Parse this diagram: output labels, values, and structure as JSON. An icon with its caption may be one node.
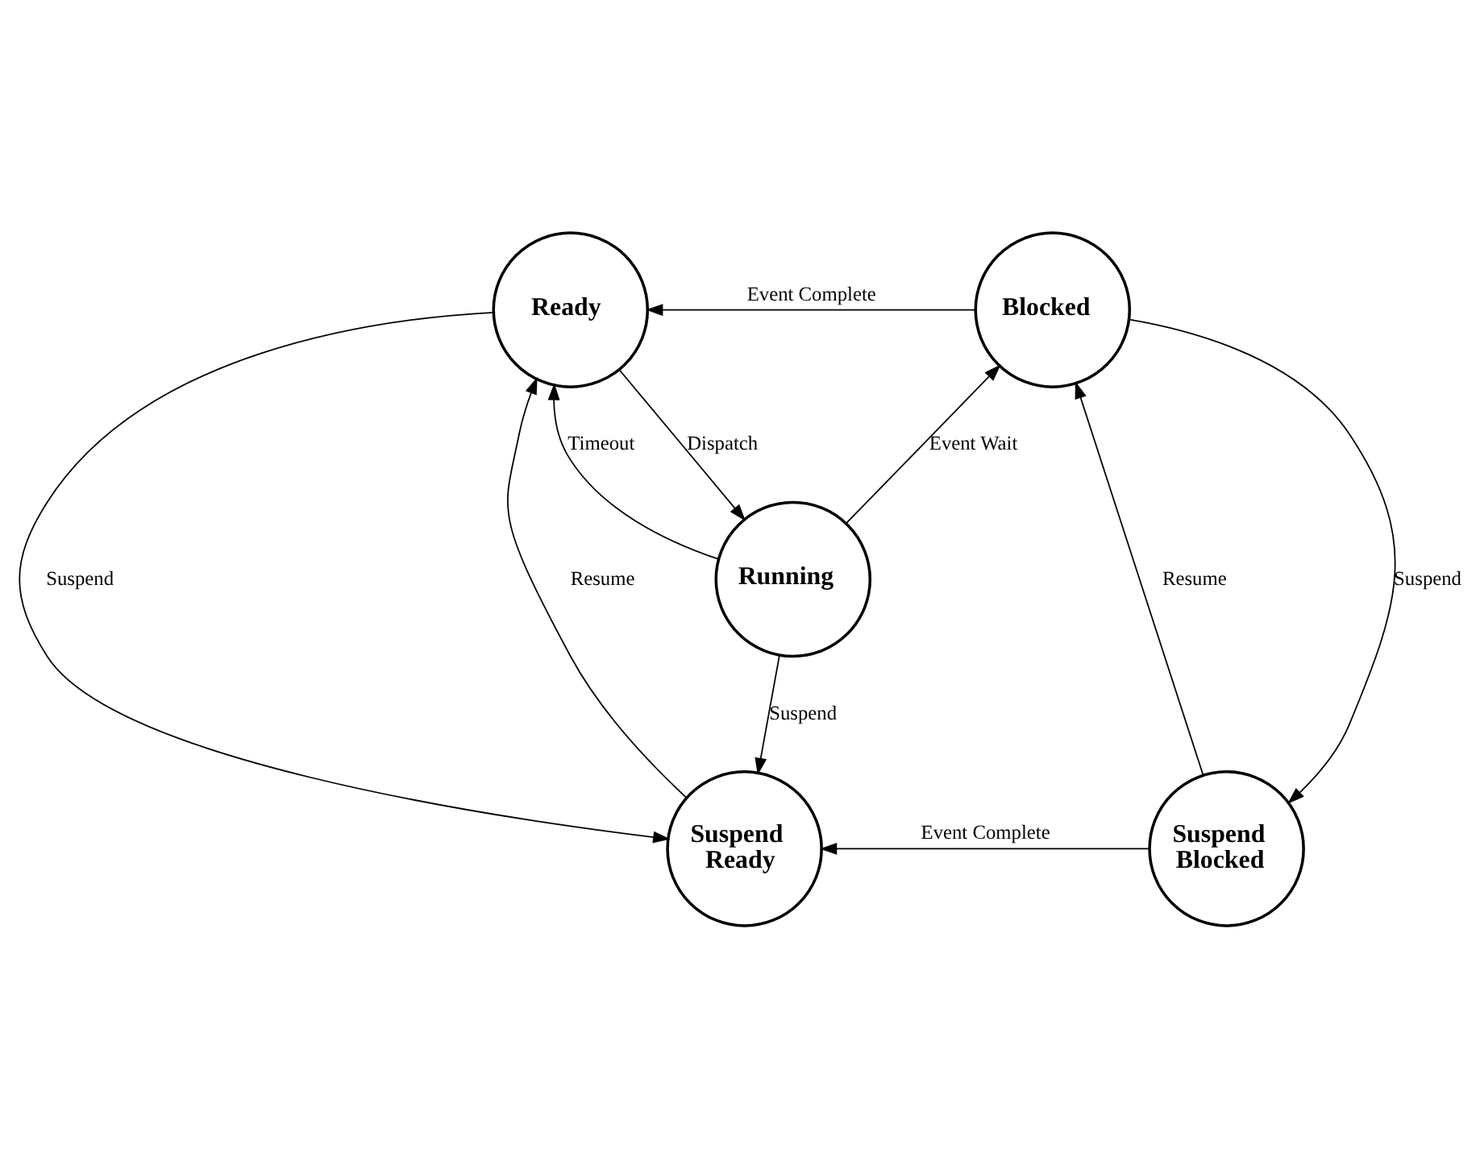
{
  "diagram": {
    "nodes": [
      {
        "text": [
          "Ready"
        ]
      },
      {
        "text": [
          "Blocked"
        ]
      },
      {
        "text": [
          "Running"
        ]
      },
      {
        "text": [
          "Suspend Ready"
        ]
      },
      {
        "text": [
          "Suspend Blocked"
        ]
      }
    ],
    "edges": [
      {
        "from": 1,
        "to": 0,
        "arrow": "to",
        "label": "Event Complete"
      },
      {
        "from": 0,
        "to": 2,
        "arrow": "to",
        "label": "Dispatch"
      },
      {
        "from": 2,
        "to": 0,
        "arrow": "to",
        "label": "Timeout"
      },
      {
        "from": 2,
        "to": 1,
        "arrow": "to",
        "label": "Event Wait"
      },
      {
        "from": 0,
        "to": 3,
        "arrow": "to",
        "label": "Suspend"
      },
      {
        "from": 3,
        "to": 0,
        "arrow": "to",
        "label": "Resume"
      },
      {
        "from": 2,
        "to": 3,
        "arrow": "to",
        "label": "Suspend"
      },
      {
        "from": 1,
        "to": 4,
        "arrow": "to",
        "label": "Suspend"
      },
      {
        "from": 4,
        "to": 1,
        "arrow": "to",
        "label": "Resume"
      },
      {
        "from": 4,
        "to": 3,
        "arrow": "to",
        "label": "Event Complete"
      }
    ]
  }
}
